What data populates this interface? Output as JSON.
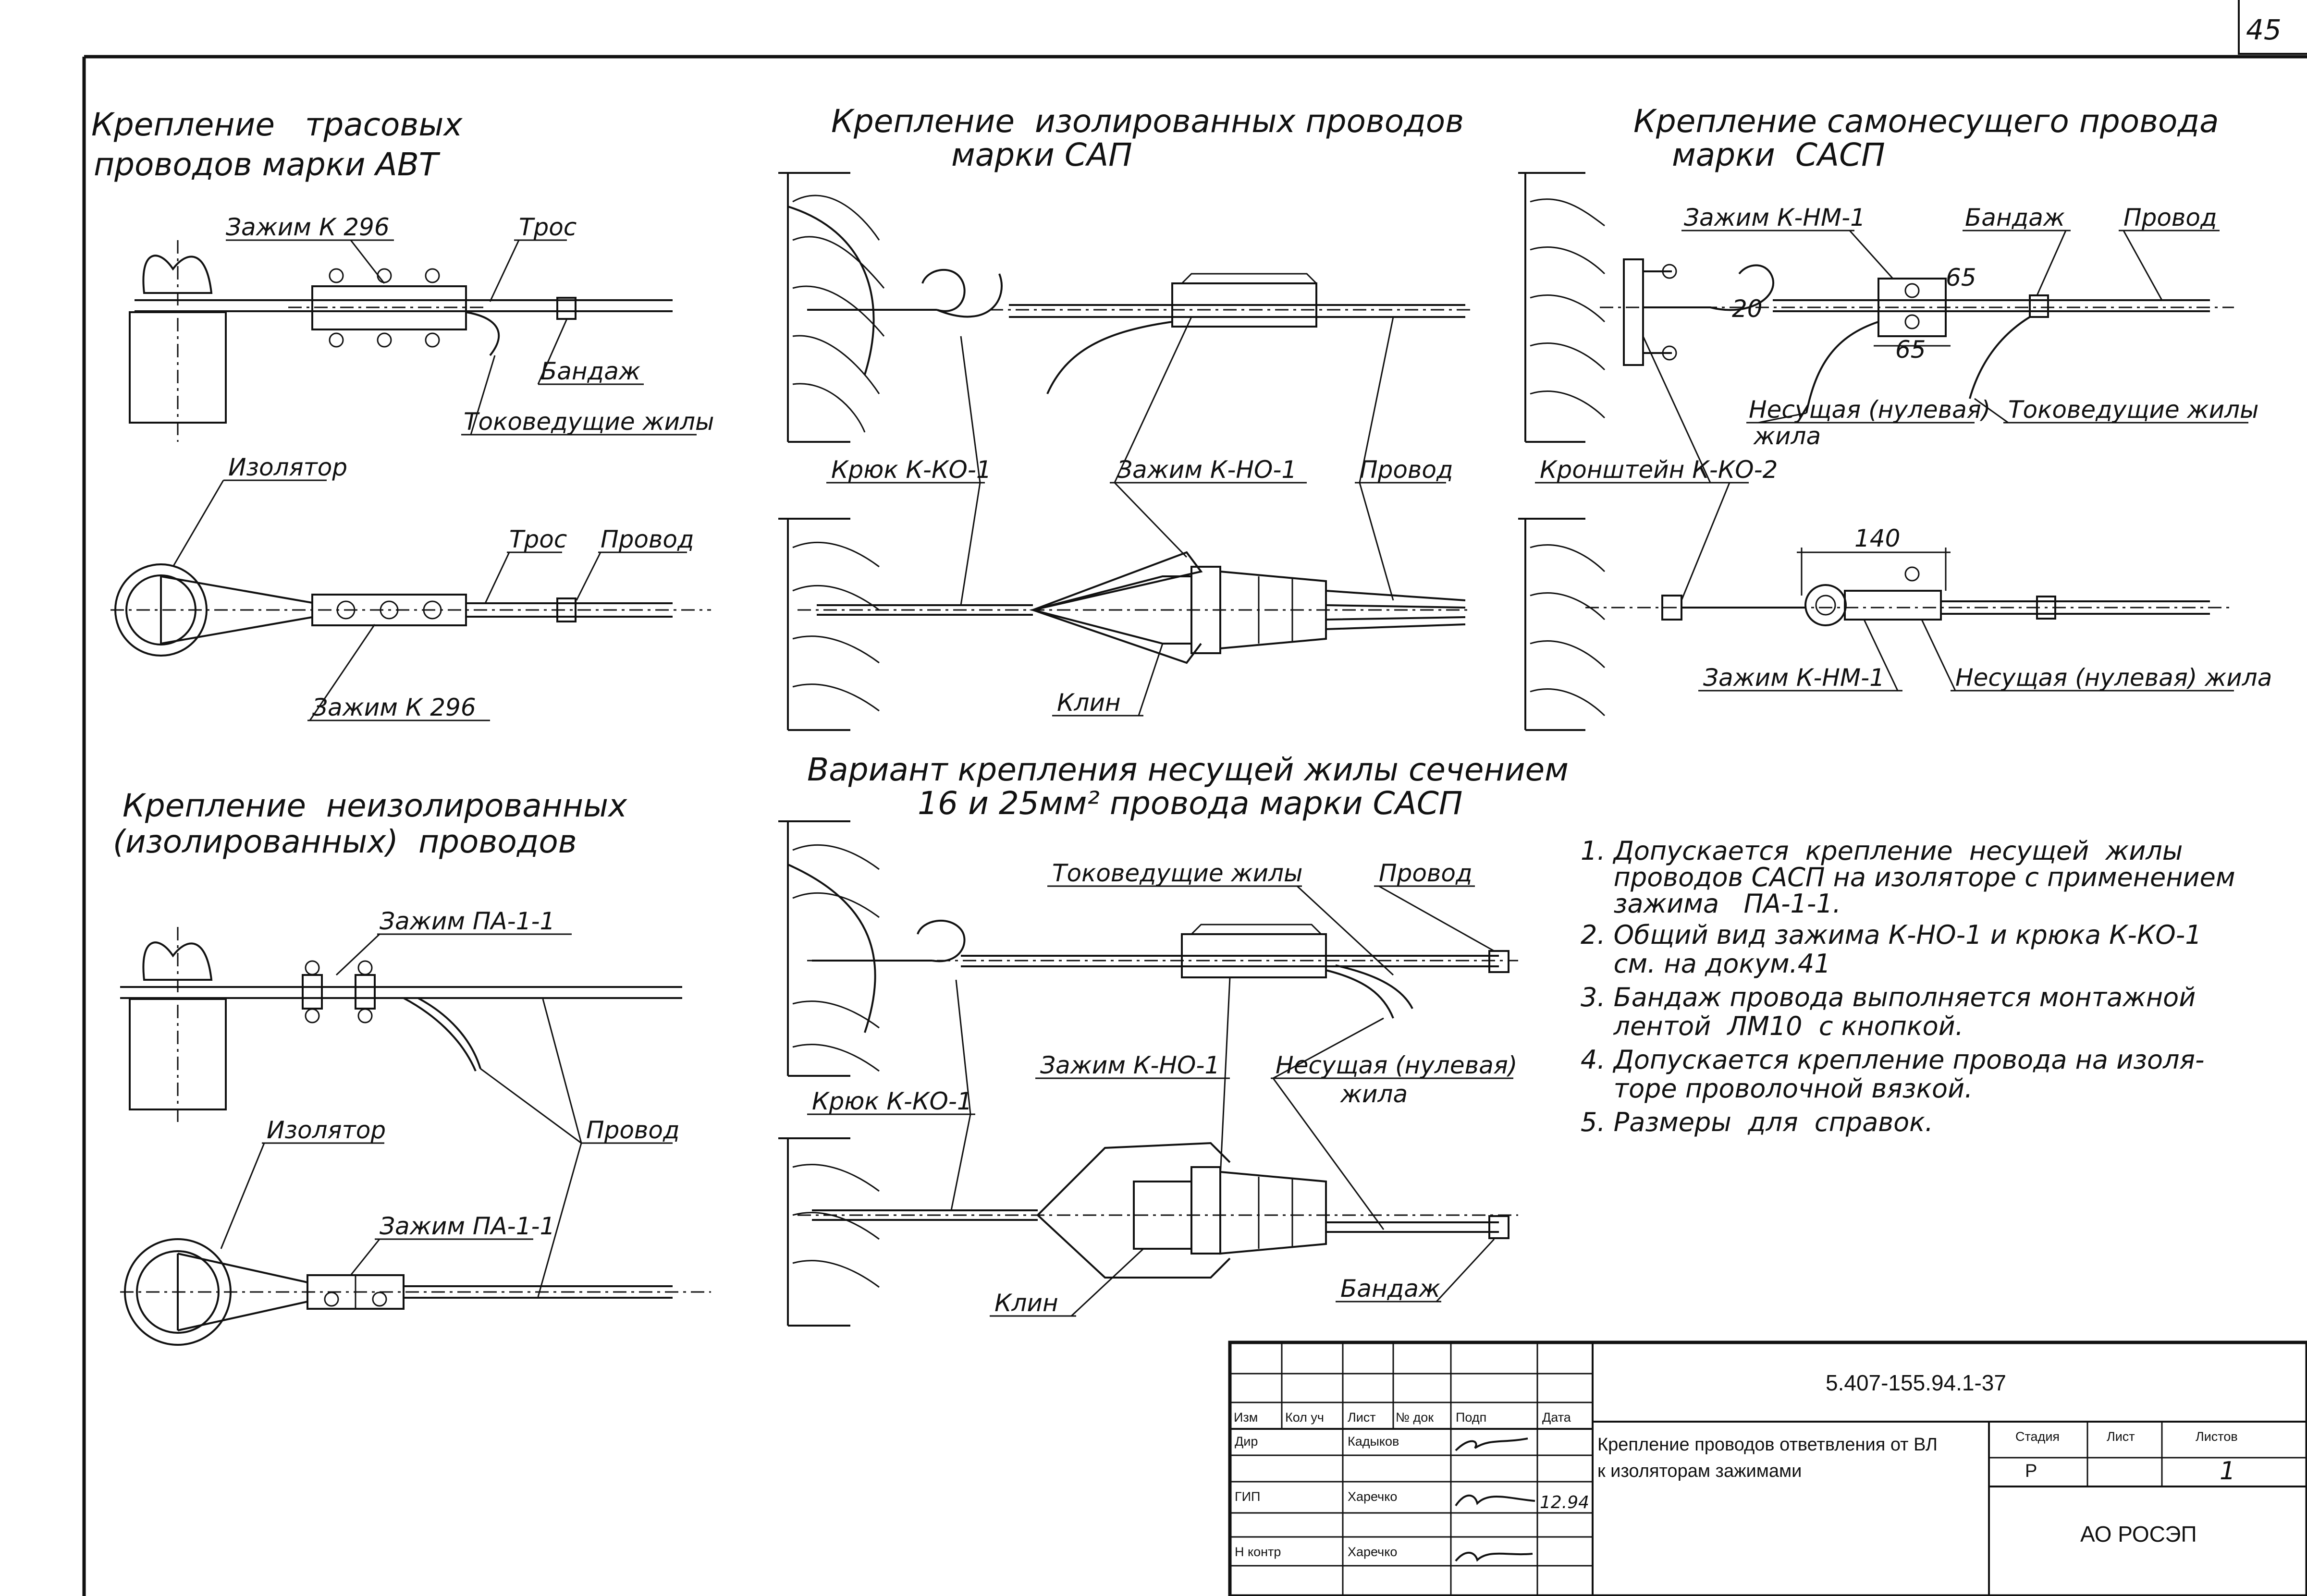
{
  "sheet_number": "45",
  "sections": {
    "avt": {
      "title_1": "Крепление   трасовых",
      "title_2": "проводов марки АВТ",
      "labels": {
        "clamp_top": "Зажим К 296",
        "cable_top": "Трос",
        "bandage": "Бандаж",
        "conductors": "Токоведущие жилы",
        "insulator": "Изолятор",
        "cable_bottom": "Трос",
        "wire": "Провод",
        "clamp_bottom": "Зажим К 296"
      }
    },
    "sap": {
      "title_1": "Крепление  изолированных проводов",
      "title_2": "марки САП",
      "labels": {
        "hook": "Крюк К-КО-1",
        "clamp": "Зажим К-НО-1",
        "wire": "Провод",
        "wedge": "Клин"
      }
    },
    "sasp": {
      "title_1": "Крепление самонесущего провода",
      "title_2": "марки  САСП",
      "labels": {
        "clamp_top": "Зажим К-НМ-1",
        "bandage": "Бандаж",
        "wire": "Провод",
        "neutral_1": "Несущая (нулевая)",
        "neutral_2": "жила",
        "conductors": "Токоведущие жилы",
        "bracket": "Кронштейн К-КО-2",
        "clamp_bottom": "Зажим К-НМ-1",
        "neutral_bottom": "Несущая (нулевая) жила",
        "dim_20": "20",
        "dim_65_top": "65",
        "dim_65": "65",
        "dim_140": "140"
      }
    },
    "uninsulated": {
      "title_1": "Крепление  неизолированных",
      "title_2": "(изолированных)  проводов",
      "labels": {
        "clamp_top": "Зажим ПА-1-1",
        "insulator": "Изолятор",
        "wire": "Провод",
        "clamp_bottom": "Зажим ПА-1-1"
      }
    },
    "variant": {
      "title_1": "Вариант крепления несущей жилы сечением",
      "title_2": "16 и 25мм² провода марки САСП",
      "labels": {
        "conductors": "Токоведущие жилы",
        "wire": "Провод",
        "clamp": "Зажим К-НО-1",
        "neutral_1": "Несущая (нулевая)",
        "neutral_2": "жила",
        "hook": "Крюк К-КО-1",
        "wedge": "Клин",
        "bandage": "Бандаж"
      }
    }
  },
  "notes": [
    "1. Допускается  крепление  несущей  жилы",
    "    проводов САСП на изоляторе с применением",
    "    зажима   ПА-1-1.",
    "2. Общий вид зажима К-НО-1 и крюка К-КО-1",
    "    см. на докум.41",
    "3. Бандаж провода выполняется монтажной",
    "    лентой  ЛМ10  с кнопкой.",
    "4. Допускается крепление провода на изоля-",
    "    торе проволочной вязкой.",
    "5. Размеры  для  справок."
  ],
  "title_block": {
    "doc_code": "5.407-155.94.1-37",
    "headers": {
      "izm": "Изм",
      "kol_uch": "Кол уч",
      "list": "Лист",
      "n_dok": "№ док",
      "podp": "Подп",
      "data": "Дата"
    },
    "people": [
      {
        "role": "Дир",
        "name": "Кадыков",
        "date": ""
      },
      {
        "role": "ГИП",
        "name": "Харечко",
        "date": "12.94"
      },
      {
        "role": "Н контр",
        "name": "Харечко",
        "date": ""
      }
    ],
    "description_1": "Крепление проводов ответвления от ВЛ",
    "description_2": "к изоляторам зажимами",
    "stage_header": "Стадия",
    "sheet_header": "Лист",
    "sheets_header": "Листов",
    "stage": "Р",
    "sheet": "",
    "sheets": "1",
    "organization": "АО РОСЭП"
  }
}
